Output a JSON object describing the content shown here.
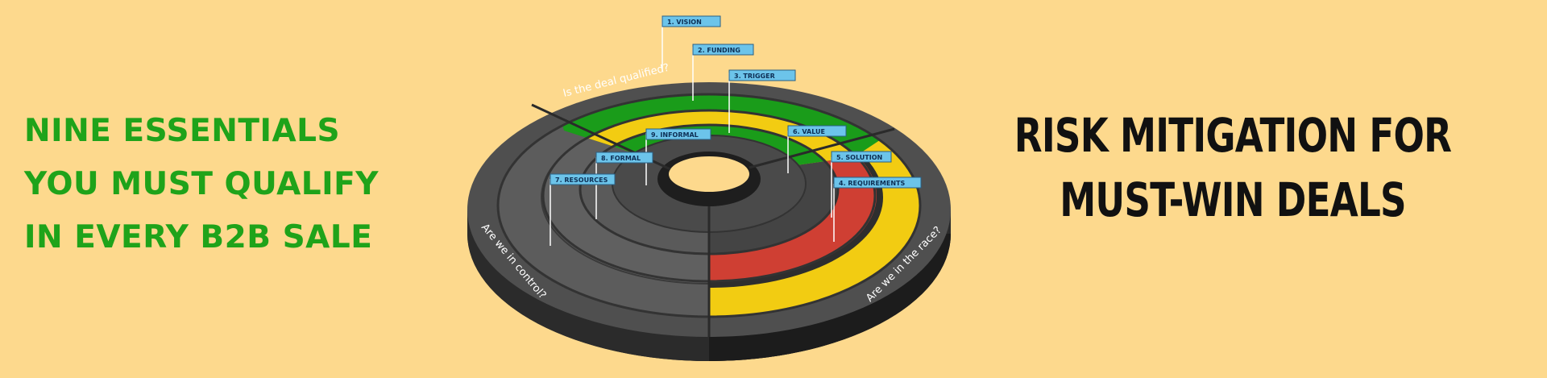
{
  "left_heading": {
    "line1": "NINE ESSENTIALS",
    "line2": "YOU MUST QUALIFY",
    "line3": "IN EVERY B2B SALE"
  },
  "right_heading": {
    "line1": "RISK MITIGATION FOR",
    "line2": "MUST-WIN DEALS"
  },
  "wheel": {
    "sections": {
      "qualified": "Is the deal qualified?",
      "control": "Are we in control?",
      "race": "Are we in the race?"
    },
    "flags": {
      "vision": "1. VISION",
      "funding": "2. FUNDING",
      "trigger": "3. TRIGGER",
      "requirements": "4. REQUIREMENTS",
      "solution": "5. SOLUTION",
      "value": "6. VALUE",
      "resources": "7. RESOURCES",
      "formal": "8. FORMAL",
      "informal": "9. INFORMAL"
    },
    "colors": {
      "background": "#fdd98d",
      "green": "#1a9c1a",
      "yellow": "#f2cc12",
      "red": "#cf3f33",
      "dark_grey": "#505050",
      "flag": "#6cc4ea"
    }
  }
}
